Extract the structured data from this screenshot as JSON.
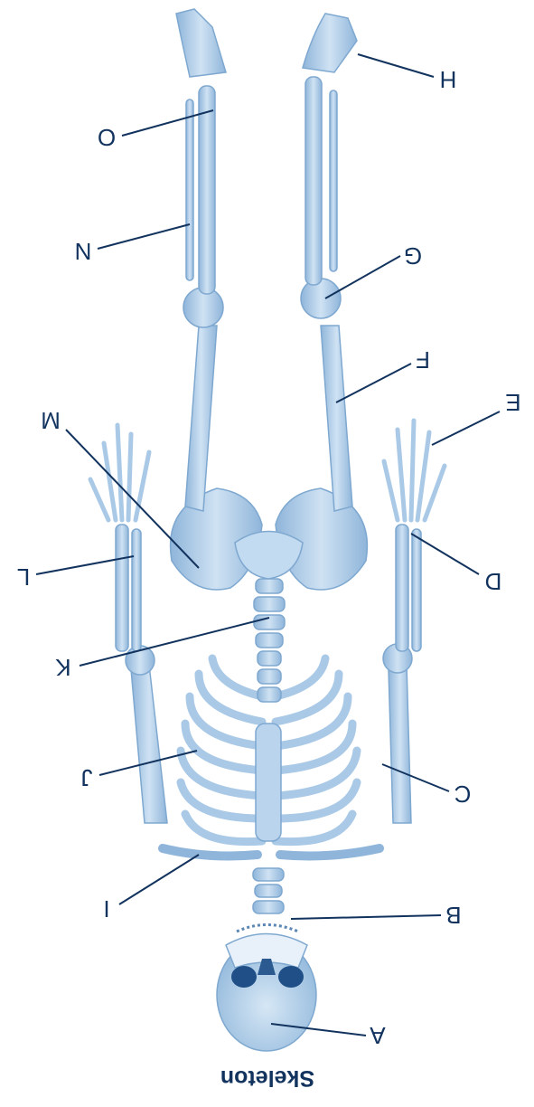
{
  "caption": "Skeleton",
  "colors": {
    "bone": "#a9c9e6",
    "bone_light": "#cfe2f3",
    "bone_dark": "#7ea8d0",
    "ink": "#12335e",
    "background": "#ffffff"
  },
  "orientation": "rotated 180 degrees",
  "labels": {
    "A": "A",
    "B": "B",
    "C": "C",
    "D": "D",
    "E": "E",
    "F": "F",
    "G": "G",
    "H": "H",
    "I": "I",
    "J": "J",
    "K": "K",
    "L": "L",
    "M": "M",
    "N": "N",
    "O": "O"
  }
}
